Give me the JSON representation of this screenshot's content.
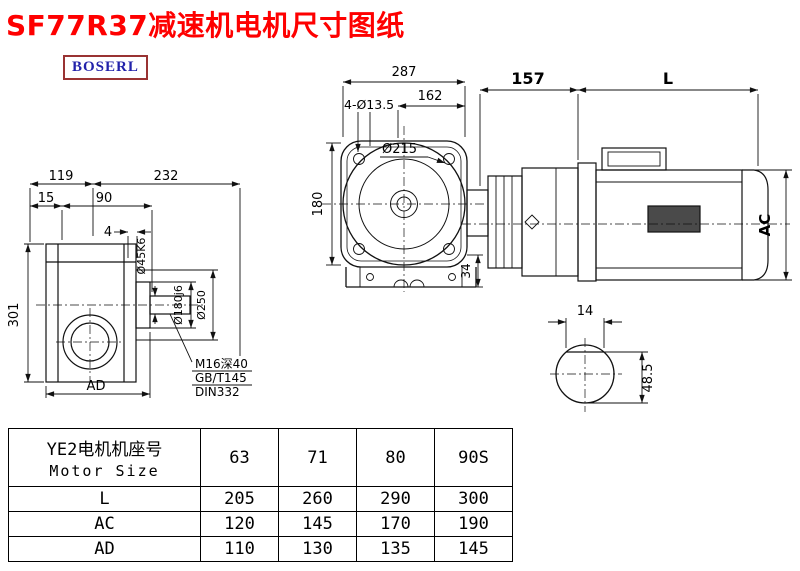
{
  "page": {
    "title": "SF77R37减速机电机尺寸图纸",
    "logo": "BOSERL"
  },
  "drawing": {
    "left_view": {
      "dim_width_left": "119",
      "dim_width_right": "232",
      "dim_15": "15",
      "dim_90": "90",
      "dim_4": "4",
      "dim_height": "301",
      "dim_ad": "AD",
      "shaft_dia": "Ø45K6",
      "spigot_dia": "Ø180j6",
      "flange_dia": "Ø250",
      "note_tap": "M16深40",
      "note_std1": "GB/T145",
      "note_std2": "DIN332"
    },
    "front_view": {
      "dim_width": "287",
      "dim_162": "162",
      "dim_holes": "4-Ø13.5",
      "dim_flange": "Ø215",
      "dim_180": "180",
      "dim_34": "34"
    },
    "motor": {
      "dim_157": "157",
      "dim_l": "L",
      "dim_ac": "AC"
    },
    "shaft_section": {
      "dim_key_width": "14",
      "dim_key_height": "48.5"
    }
  },
  "table": {
    "header_cn": "YE2电机机座号",
    "header_en": "Motor Size",
    "sizes": [
      "63",
      "71",
      "80",
      "90S"
    ],
    "rows": [
      {
        "label": "L",
        "values": [
          "205",
          "260",
          "290",
          "300"
        ]
      },
      {
        "label": "AC",
        "values": [
          "120",
          "145",
          "170",
          "190"
        ]
      },
      {
        "label": "AD",
        "values": [
          "110",
          "130",
          "135",
          "145"
        ]
      }
    ]
  }
}
